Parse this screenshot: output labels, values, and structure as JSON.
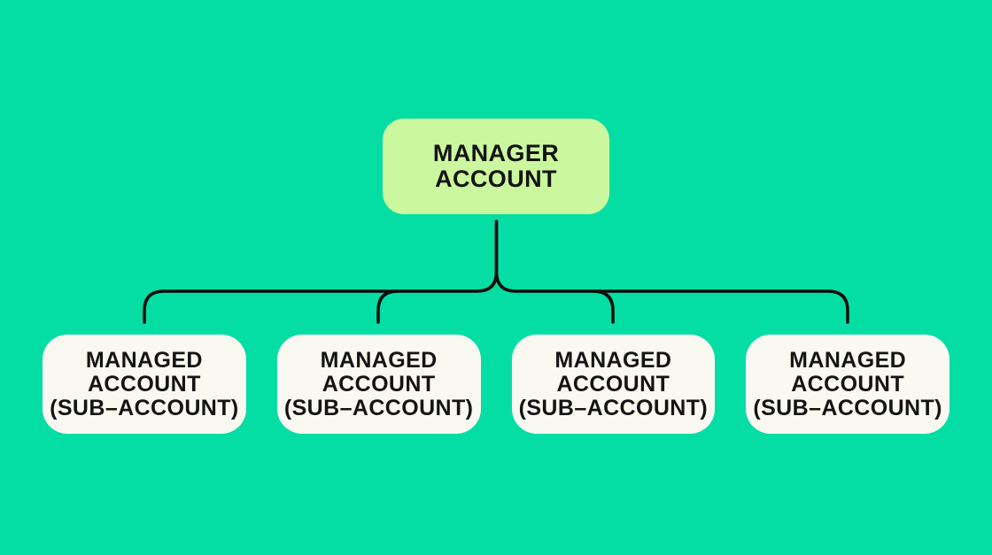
{
  "colors": {
    "background": "#04DEA4",
    "manager_box": "#CBF79E",
    "managed_box": "#FAF9F1",
    "line": "#0D0D0D",
    "text": "#141414"
  },
  "diagram": {
    "manager": {
      "label": "MANAGER\nACCOUNT"
    },
    "managed": [
      {
        "label": "MANAGED\nACCOUNT\n(SUB–ACCOUNT)"
      },
      {
        "label": "MANAGED\nACCOUNT\n(SUB–ACCOUNT)"
      },
      {
        "label": "MANAGED\nACCOUNT\n(SUB–ACCOUNT)"
      },
      {
        "label": "MANAGED\nACCOUNT\n(SUB–ACCOUNT)"
      }
    ]
  }
}
